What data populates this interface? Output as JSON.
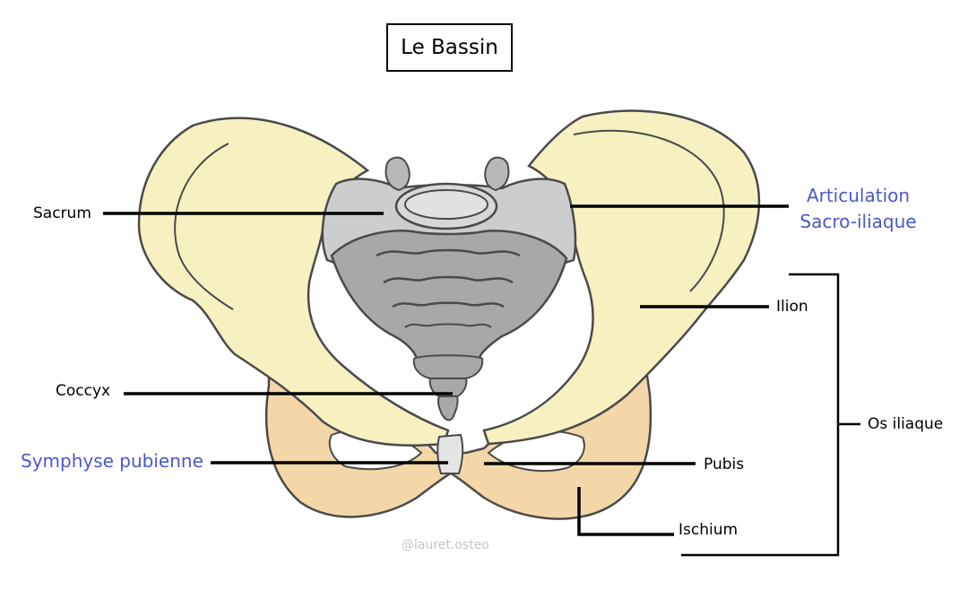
{
  "title": "Le Bassin",
  "labels": {
    "sacrum": "Sacrum",
    "coccyx": "Coccyx",
    "symphyse": "Symphyse pubienne",
    "articulation_line1": "Articulation",
    "articulation_line2": "Sacro-iliaque",
    "ilion": "Ilion",
    "os_iliaque": "Os iliaque",
    "pubis": "Pubis",
    "ischium": "Ischium"
  },
  "watermark": "@lauret.osteo",
  "colors": {
    "bone_yellow": "#f7f0c0",
    "bone_orange": "#f3d7a8",
    "sacrum_light": "#cdcdcd",
    "sacrum_dark": "#a8a8a8",
    "outline": "#4a4a4a",
    "highlight_label": "#4a58c8"
  }
}
